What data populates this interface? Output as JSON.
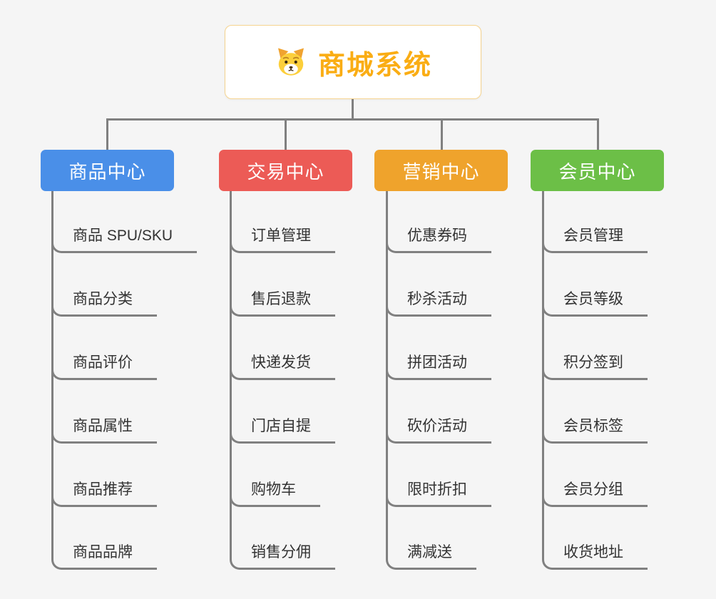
{
  "page": {
    "background_color": "#f5f5f5",
    "connector_color": "#808080"
  },
  "root": {
    "title": "商城系统",
    "icon": "dog-icon",
    "accent_color": "#faad14",
    "border_color": "#f6d48f"
  },
  "branches": [
    {
      "label": "商品中心",
      "color": "#4a8fe8",
      "children": [
        "商品 SPU/SKU",
        "商品分类",
        "商品评价",
        "商品属性",
        "商品推荐",
        "商品品牌"
      ]
    },
    {
      "label": "交易中心",
      "color": "#ec5b56",
      "children": [
        "订单管理",
        "售后退款",
        "快递发货",
        "门店自提",
        "购物车",
        "销售分佣"
      ]
    },
    {
      "label": "营销中心",
      "color": "#efa32c",
      "children": [
        "优惠券码",
        "秒杀活动",
        "拼团活动",
        "砍价活动",
        "限时折扣",
        "满减送"
      ]
    },
    {
      "label": "会员中心",
      "color": "#6cbf47",
      "children": [
        "会员管理",
        "会员等级",
        "积分签到",
        "会员标签",
        "会员分组",
        "收货地址"
      ]
    }
  ]
}
